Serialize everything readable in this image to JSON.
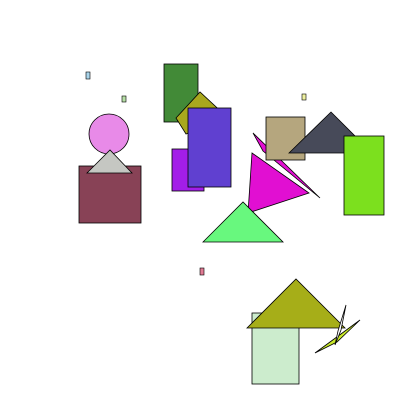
{
  "canvas": {
    "background": "#ffffff"
  },
  "shapes": [
    {
      "name": "light-blue-small-square",
      "fill": "#a9d4ea"
    },
    {
      "name": "light-green-small-square",
      "fill": "#b6dfa6"
    },
    {
      "name": "light-yellow-small-square",
      "fill": "#eef0a0"
    },
    {
      "name": "pink-small-square",
      "fill": "#e07a93"
    },
    {
      "name": "green-rectangle",
      "fill": "#428a37"
    },
    {
      "name": "olive-small-triangle",
      "fill": "#a9a81e"
    },
    {
      "name": "orchid-circle",
      "fill": "#e88ae8"
    },
    {
      "name": "maroon-rectangle",
      "fill": "#884256"
    },
    {
      "name": "silver-triangle",
      "fill": "#c5c7c2"
    },
    {
      "name": "purple-rectangle",
      "fill": "#a31ee8"
    },
    {
      "name": "indigo-rectangle",
      "fill": "#6040d0"
    },
    {
      "name": "magenta-thin-triangle",
      "fill": "#e10fd2"
    },
    {
      "name": "magenta-triangle",
      "fill": "#e10fd2"
    },
    {
      "name": "mint-triangle",
      "fill": "#68f87e"
    },
    {
      "name": "tan-square",
      "fill": "#b5a67e"
    },
    {
      "name": "charcoal-triangle",
      "fill": "#474a59"
    },
    {
      "name": "lime-rectangle",
      "fill": "#7ce01e"
    },
    {
      "name": "pale-green-rectangle",
      "fill": "#cceccd"
    },
    {
      "name": "olive-triangle",
      "fill": "#a6ae18"
    },
    {
      "name": "yellow-green-sliver",
      "fill": "#c8e82a"
    },
    {
      "name": "white-sliver",
      "fill": "#ffffff"
    }
  ]
}
